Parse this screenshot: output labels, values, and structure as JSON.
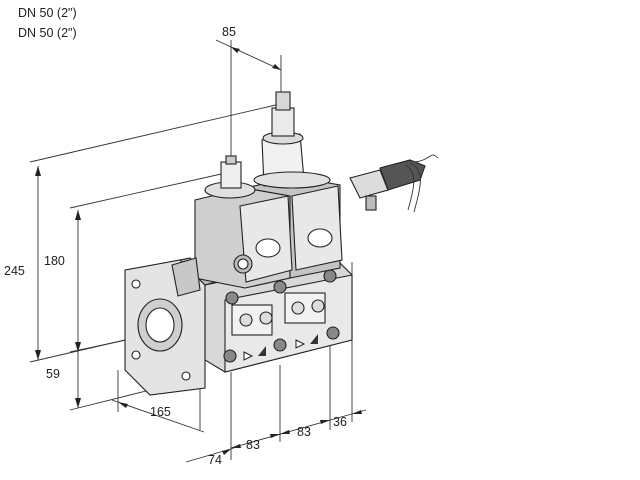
{
  "header": {
    "line1": "DN 50 (2\")",
    "line2": "DN 50 (2\")"
  },
  "dimensions": {
    "top_spacing": "85",
    "overall_height": "245",
    "center_height": "180",
    "base_height": "59",
    "flange_depth": "165",
    "offset_a": "74",
    "module_width_1": "83",
    "module_width_2": "83",
    "end_offset": "36"
  },
  "colors": {
    "body_fill": "#d8d8d8",
    "body_light": "#efefef",
    "body_dark": "#9a9a9a",
    "line": "#222222"
  },
  "icons": [
    "valve-drawing-icon",
    "connector-plug-icon"
  ]
}
